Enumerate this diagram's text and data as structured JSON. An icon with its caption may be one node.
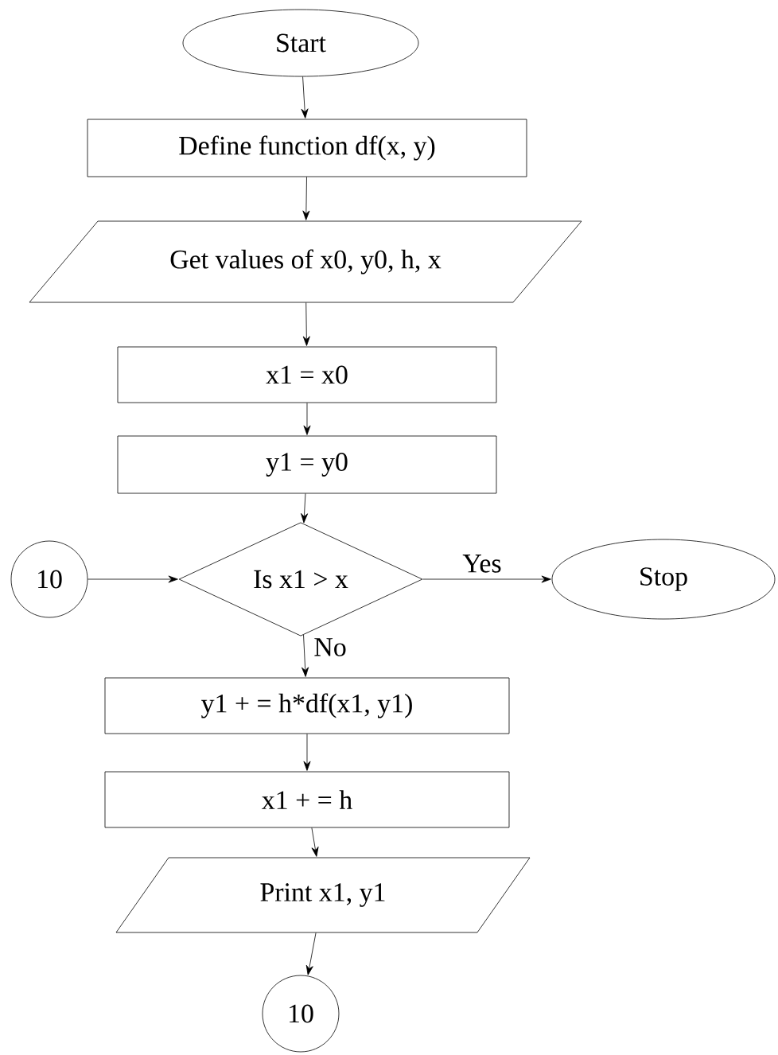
{
  "diagram": {
    "nodes": [
      {
        "text": [
          "Start"
        ]
      },
      {
        "text": [
          "Define function df(x, y)"
        ]
      },
      {
        "text": [
          "Get values of x0, y0, h, x"
        ]
      },
      {
        "text": [
          "x1 = x0"
        ]
      },
      {
        "text": [
          "y1 = y0"
        ]
      },
      {
        "text": [
          "10"
        ]
      },
      {
        "text": [
          "Is x1 > x"
        ]
      },
      {
        "text": [
          "Stop"
        ]
      },
      {
        "text": [
          "y1 + = h*df(x1, y1)"
        ]
      },
      {
        "text": [
          "x1 + = h"
        ]
      },
      {
        "text": [
          "Print x1, y1"
        ]
      },
      {
        "text": [
          "10"
        ]
      }
    ],
    "edges": [
      {
        "from": 0,
        "to": 1,
        "arrow": "to"
      },
      {
        "from": 1,
        "to": 2,
        "arrow": "to"
      },
      {
        "from": 2,
        "to": 3,
        "arrow": "to"
      },
      {
        "from": 3,
        "to": 4,
        "arrow": "to"
      },
      {
        "from": 4,
        "to": 6,
        "arrow": "to"
      },
      {
        "from": 5,
        "to": 6,
        "arrow": "to"
      },
      {
        "from": 6,
        "to": 7,
        "arrow": "to",
        "label": "Yes"
      },
      {
        "from": 6,
        "to": 8,
        "arrow": "to",
        "label": "No"
      },
      {
        "from": 8,
        "to": 9,
        "arrow": "to"
      },
      {
        "from": 9,
        "to": 10,
        "arrow": "to"
      },
      {
        "from": 10,
        "to": 11,
        "arrow": "to"
      }
    ]
  }
}
